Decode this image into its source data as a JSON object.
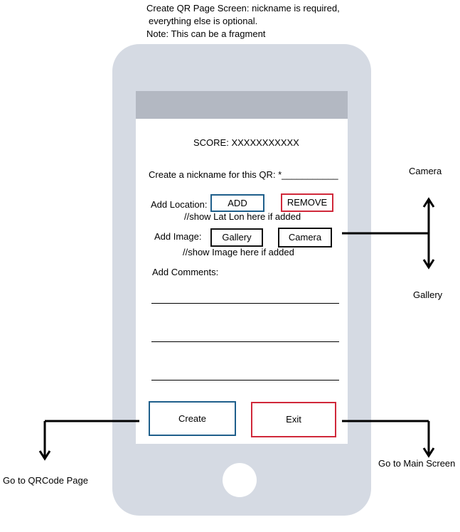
{
  "note": {
    "line1": "Create QR Page Screen: nickname is required,",
    "line2": "everything else is optional.",
    "line3": "Note: This can be a fragment"
  },
  "screen": {
    "score": "SCORE: XXXXXXXXXXX",
    "nickname_prompt": "Create a nickname for this QR: *___________",
    "add_location_label": "Add Location:",
    "add_button": "ADD",
    "remove_button": "REMOVE",
    "location_hint": "//show Lat Lon here if added",
    "add_image_label": "Add Image:",
    "gallery_button": "Gallery",
    "camera_button": "Camera",
    "image_hint": "//show Image here if added",
    "comments_label": "Add Comments:",
    "create_button": "Create",
    "exit_button": "Exit"
  },
  "annotations": {
    "camera": "Camera",
    "gallery": "Gallery",
    "go_main": "Go to Main Screen",
    "go_qrcode": "Go to QRCode Page"
  },
  "colors": {
    "phone_body": "#d5dae3",
    "status_bar": "#b3b8c2",
    "blue_border": "#1f5f8b",
    "red_border": "#d0283a"
  }
}
